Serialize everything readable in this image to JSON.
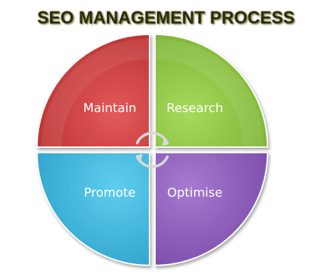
{
  "title": "SEO MANAGEMENT PROCESS",
  "quadrants": [
    {
      "key": "maintain",
      "label": "Maintain",
      "color": "#d23b3b",
      "dark": "#8e1f1f"
    },
    {
      "key": "research",
      "label": "Research",
      "color": "#8bc63e",
      "dark": "#4f7f1c"
    },
    {
      "key": "promote",
      "label": "Promote",
      "color": "#33b8e0",
      "dark": "#1a7fa3"
    },
    {
      "key": "optimise",
      "label": "Optimise",
      "color": "#8e5bbd",
      "dark": "#5a3480"
    }
  ],
  "center_icon": "cycle-arrows-icon"
}
